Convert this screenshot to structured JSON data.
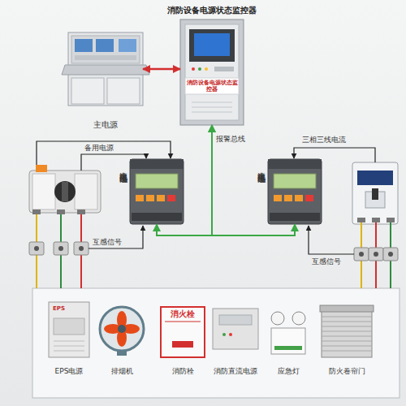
{
  "diagram": {
    "nodes": [
      {
        "text": [
          "消防设备电源状态监控器",
          "消防设备电源状态监控器"
        ]
      },
      {
        "text": [
          "主电源"
        ]
      },
      {
        "text": [
          "电流 电压传感器"
        ]
      },
      {
        "text": [
          "电流 电压传感器"
        ]
      },
      {
        "text": [
          "EPS",
          "EPS电源"
        ]
      },
      {
        "text": [
          "排烟机"
        ]
      },
      {
        "text": [
          "消火栓",
          "消防栓"
        ]
      },
      {
        "text": [
          "消防直流电源"
        ]
      },
      {
        "text": [
          "应急灯"
        ]
      },
      {
        "text": [
          "防火卷帘门"
        ]
      }
    ],
    "edges": [
      {
        "from": 1,
        "to": 0,
        "arrow": "both"
      },
      {
        "from": 2,
        "to": 0,
        "label": "报警总线",
        "arrow": "both"
      },
      {
        "from": 3,
        "to": 0,
        "arrow": "both"
      }
    ],
    "labels": [
      "备用电源",
      "互感信号",
      "三相三线电流",
      "互感信号"
    ]
  }
}
